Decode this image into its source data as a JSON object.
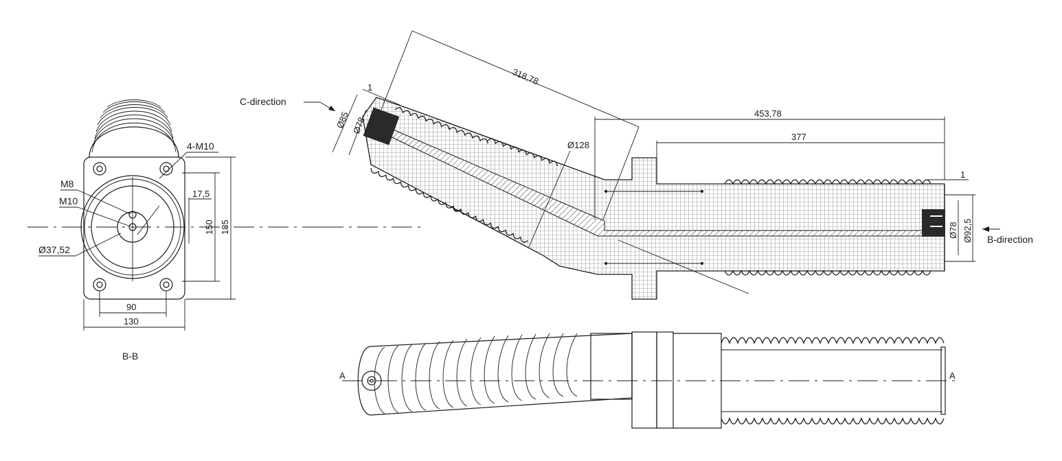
{
  "side_view": {
    "title": "B-B",
    "labels": {
      "m10_4": "4-M10",
      "m8": "M8",
      "m10": "M10",
      "dia_37": "Ø37,52",
      "d_17_5": "17,5",
      "d_150": "150",
      "d_185": "185",
      "d_90": "90",
      "d_130": "130"
    }
  },
  "section_view": {
    "c_direction": "C-direction",
    "b_direction": "B-direction",
    "dims": {
      "d_318": "318,78",
      "d_453": "453,78",
      "d_377": "377",
      "d_1_left": "1",
      "d_1_right": "1",
      "dia_85": "Ø85",
      "dia_78_left": "Ø78",
      "dia_128": "Ø128",
      "dia_78_right": "Ø78",
      "dia_92": "Ø92,5"
    }
  },
  "bottom_view": {
    "section_mark_left": "A",
    "section_mark_right": "A"
  },
  "colors": {
    "line": "#1a1a1a",
    "hatch": "#444444",
    "insert": "#2a2a2a"
  }
}
